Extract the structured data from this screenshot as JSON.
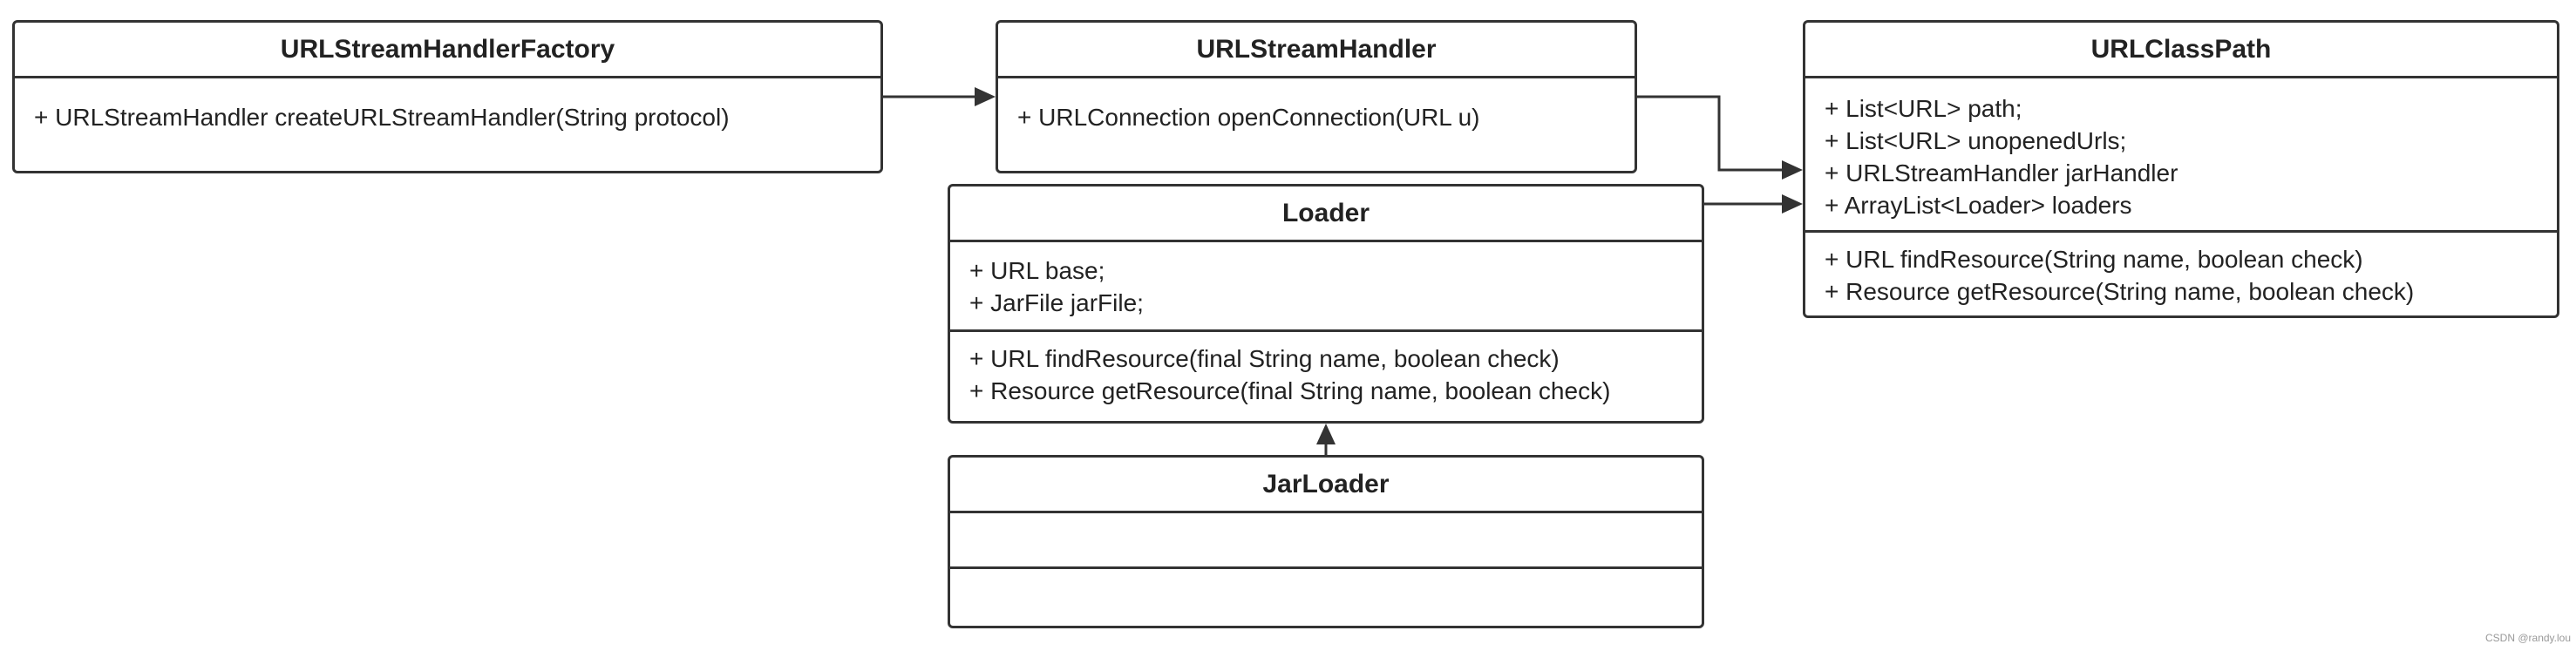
{
  "classes": {
    "url_stream_handler_factory": {
      "name": "URLStreamHandlerFactory",
      "methods": [
        "+ URLStreamHandler createURLStreamHandler(String protocol)"
      ]
    },
    "url_stream_handler": {
      "name": "URLStreamHandler",
      "methods": [
        "+ URLConnection openConnection(URL u)"
      ]
    },
    "url_class_path": {
      "name": "URLClassPath",
      "fields": [
        "+ List<URL> path;",
        "+ List<URL> unopenedUrls;",
        "+ URLStreamHandler jarHandler",
        "+ ArrayList<Loader> loaders"
      ],
      "methods": [
        "+ URL findResource(String name, boolean check)",
        "+ Resource getResource(String name, boolean check)"
      ]
    },
    "loader": {
      "name": "Loader",
      "fields": [
        "+ URL base;",
        "+ JarFile jarFile;"
      ],
      "methods": [
        "+ URL findResource(final String name, boolean check)",
        "+ Resource getResource(final String name, boolean check)"
      ]
    },
    "jar_loader": {
      "name": "JarLoader"
    }
  },
  "relations": [
    {
      "from": "URLStreamHandlerFactory",
      "to": "URLStreamHandler",
      "kind": "association"
    },
    {
      "from": "URLStreamHandler",
      "to": "URLClassPath",
      "kind": "association"
    },
    {
      "from": "Loader",
      "to": "URLClassPath",
      "kind": "association"
    },
    {
      "from": "JarLoader",
      "to": "Loader",
      "kind": "inheritance"
    }
  ],
  "watermark": "CSDN @randy.lou",
  "colors": {
    "stroke": "#333333",
    "text": "#222222",
    "background": "#ffffff"
  }
}
